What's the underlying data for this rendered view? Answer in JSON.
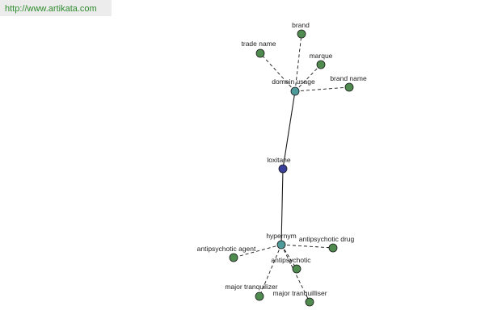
{
  "watermark": "http://www.artikata.com",
  "colors": {
    "leaf": "#4f8a4f",
    "hub": "#4f9a9a",
    "center": "#3a3f9a",
    "stroke": "#1a1a1a"
  },
  "center": {
    "label": "loxitane"
  },
  "hubs": [
    {
      "label": "domain usage",
      "leaves": [
        "brand",
        "trade name",
        "marque",
        "brand name"
      ]
    },
    {
      "label": "hypernym",
      "leaves": [
        "antipsychotic agent",
        "antipsychotic drug",
        "antipsychotic",
        "major tranquilizer",
        "major tranquilliser"
      ]
    }
  ]
}
